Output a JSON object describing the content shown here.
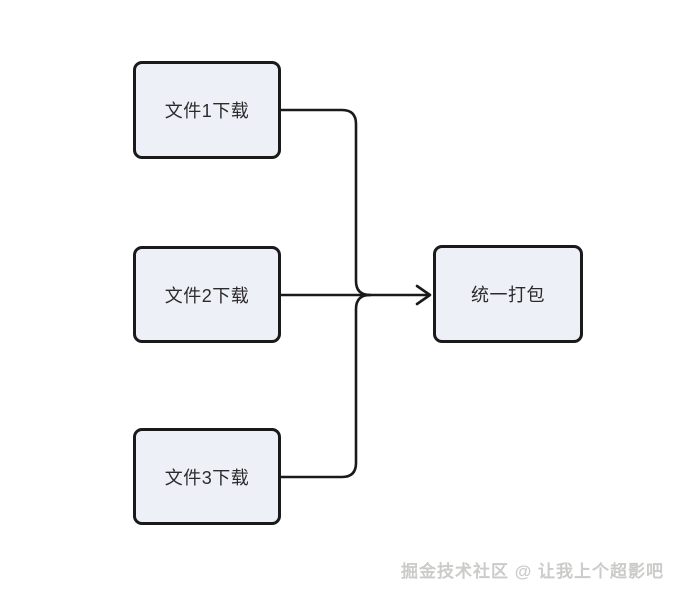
{
  "diagram": {
    "type": "flowchart",
    "nodes": [
      {
        "id": "file1",
        "label": "文件1下载"
      },
      {
        "id": "file2",
        "label": "文件2下载"
      },
      {
        "id": "file3",
        "label": "文件3下载"
      },
      {
        "id": "pack",
        "label": "统一打包"
      }
    ],
    "edges": [
      {
        "from": "file1",
        "to": "pack"
      },
      {
        "from": "file2",
        "to": "pack"
      },
      {
        "from": "file3",
        "to": "pack"
      }
    ],
    "colors": {
      "node_fill": "#eef0f7",
      "node_border": "#1a1a1a",
      "line": "#1a1a1a",
      "text": "#2b2b2b"
    }
  },
  "watermark": {
    "text": "掘金技术社区 @ 让我上个超影吧",
    "color": "#cbcbc9"
  }
}
